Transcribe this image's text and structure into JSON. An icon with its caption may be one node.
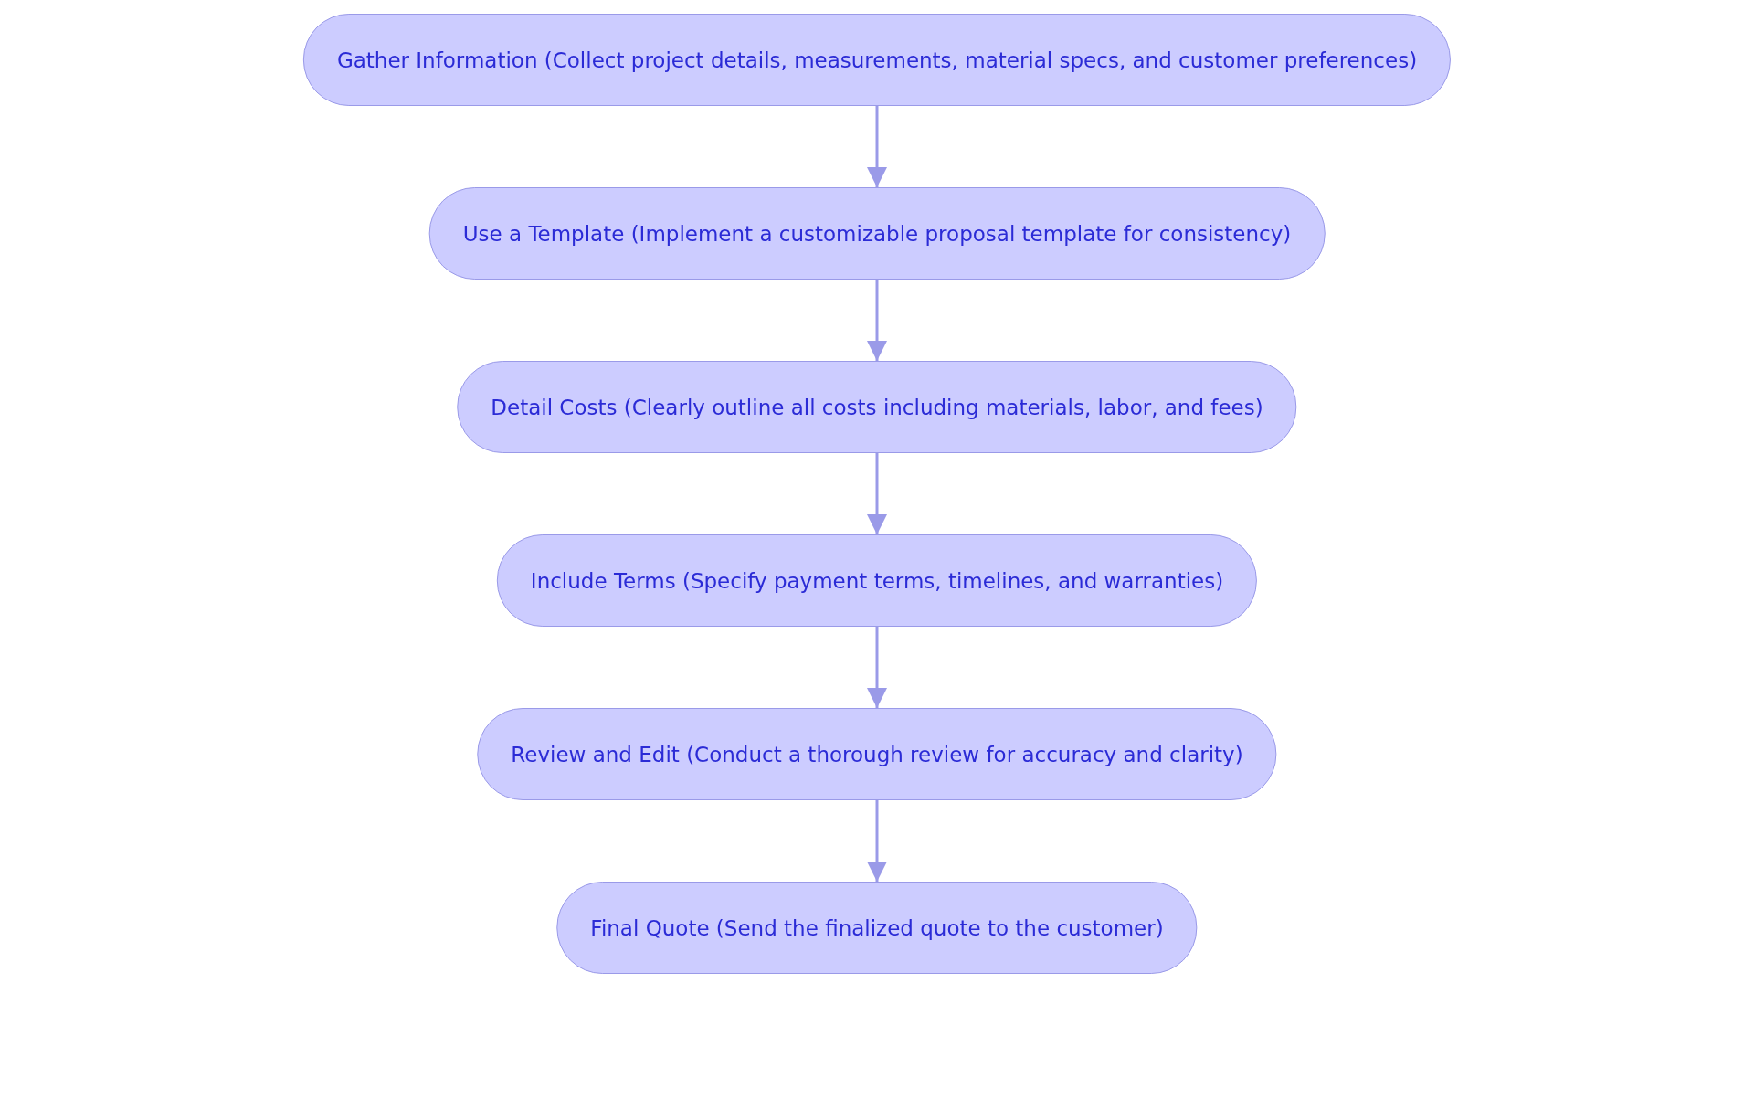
{
  "diagram": {
    "nodes": [
      {
        "text": [
          "Gather Information (Collect project details, measurements, material specs, and customer preferences)"
        ]
      },
      {
        "text": [
          "Use a Template (Implement a customizable proposal template for consistency)"
        ]
      },
      {
        "text": [
          "Detail Costs (Clearly outline all costs including materials, labor, and fees)"
        ]
      },
      {
        "text": [
          "Include Terms (Specify payment terms, timelines, and warranties)"
        ]
      },
      {
        "text": [
          "Review and Edit (Conduct a thorough review for accuracy and clarity)"
        ]
      },
      {
        "text": [
          "Final Quote (Send the finalized quote to the customer)"
        ]
      }
    ],
    "edges": [
      {
        "from": 0,
        "to": 1,
        "arrow": "to"
      },
      {
        "from": 1,
        "to": 2,
        "arrow": "to"
      },
      {
        "from": 2,
        "to": 3,
        "arrow": "to"
      },
      {
        "from": 3,
        "to": 4,
        "arrow": "to"
      },
      {
        "from": 4,
        "to": 5,
        "arrow": "to"
      }
    ]
  }
}
